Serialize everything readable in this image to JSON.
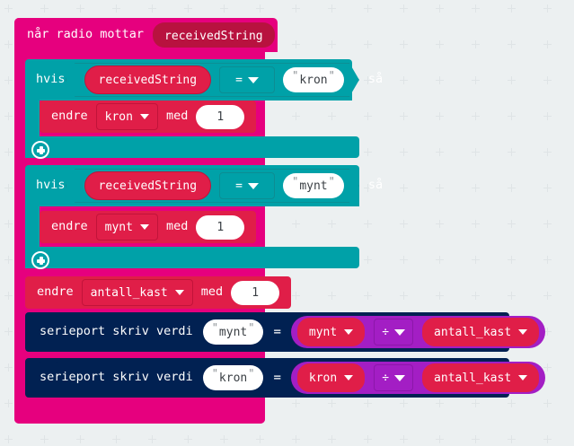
{
  "workspace": {
    "background_color": "#ecf0f1",
    "grid_color": "#dfe4e6"
  },
  "program": {
    "event_block": {
      "color": "#e6007e",
      "label": "når radio mottar",
      "parameter": "receivedString",
      "parameter_color": "#b8123f"
    },
    "if_blocks": [
      {
        "color": "#00a1a8",
        "keyword": "hvis",
        "then_label": "så",
        "condition": {
          "left_variable": "receivedString",
          "operator": "=",
          "right_string": "kron",
          "quote": "\""
        },
        "body": {
          "color": "#e01e48",
          "keyword": "endre",
          "variable": "kron",
          "by_label": "med",
          "value": "1"
        },
        "mutator_icon": "plus-icon"
      },
      {
        "color": "#00a1a8",
        "keyword": "hvis",
        "then_label": "så",
        "condition": {
          "left_variable": "receivedString",
          "operator": "=",
          "right_string": "mynt",
          "quote": "\""
        },
        "body": {
          "color": "#e01e48",
          "keyword": "endre",
          "variable": "mynt",
          "by_label": "med",
          "value": "1"
        },
        "mutator_icon": "plus-icon"
      }
    ],
    "change_block": {
      "color": "#e01e48",
      "keyword": "endre",
      "variable": "antall_kast",
      "by_label": "med",
      "value": "1"
    },
    "serial_blocks": [
      {
        "color": "#012152",
        "label": "serieport skriv verdi",
        "name_string": "mynt",
        "quote": "\"",
        "equals": "=",
        "math": {
          "color": "#a31ec4",
          "left_variable": "mynt",
          "operator": "÷",
          "right_variable": "antall_kast"
        }
      },
      {
        "color": "#012152",
        "label": "serieport skriv verdi",
        "name_string": "kron",
        "quote": "\"",
        "equals": "=",
        "math": {
          "color": "#a31ec4",
          "left_variable": "kron",
          "operator": "÷",
          "right_variable": "antall_kast"
        }
      }
    ]
  }
}
